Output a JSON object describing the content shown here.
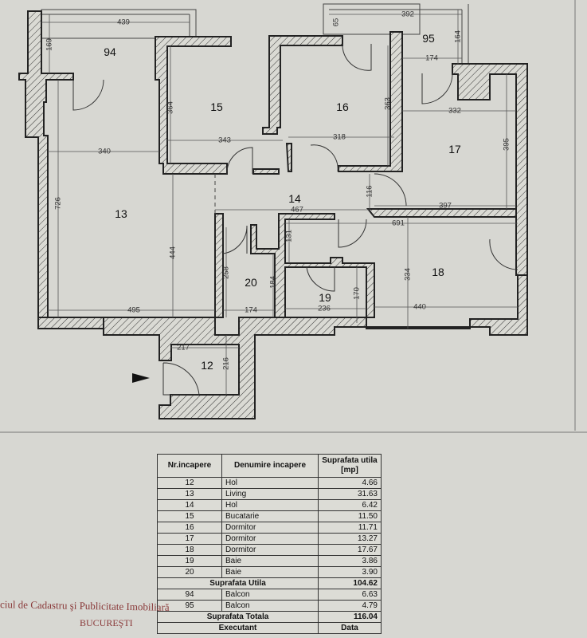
{
  "rooms": {
    "r94": "94",
    "r95": "95",
    "r15": "15",
    "r16": "16",
    "r17": "17",
    "r14": "14",
    "r13": "13",
    "r20": "20",
    "r19": "19",
    "r18": "18",
    "r12": "12"
  },
  "dimensions": {
    "d439": "439",
    "d169": "169",
    "d364": "364",
    "d340": "340",
    "d343": "343",
    "d726": "726",
    "d444": "444",
    "d495": "495",
    "d467": "467",
    "d318": "318",
    "d363": "363",
    "d392": "392",
    "d65": "65",
    "d164": "164",
    "d174a": "174",
    "d332": "332",
    "d395": "395",
    "d116": "116",
    "d397": "397",
    "d691": "691",
    "d131": "131",
    "d258": "258",
    "d184": "184",
    "d174b": "174",
    "d236": "236",
    "d170": "170",
    "d334": "334",
    "d440": "440",
    "d217": "217",
    "d216": "216"
  },
  "table": {
    "headers": {
      "nr": "Nr.incapere",
      "name": "Denumire incapere",
      "area": "Suprafata utila [mp]"
    },
    "rows": [
      {
        "nr": "12",
        "name": "Hol",
        "area": "4.66"
      },
      {
        "nr": "13",
        "name": "Living",
        "area": "31.63"
      },
      {
        "nr": "14",
        "name": "Hol",
        "area": "6.42"
      },
      {
        "nr": "15",
        "name": "Bucatarie",
        "area": "11.50"
      },
      {
        "nr": "16",
        "name": "Dormitor",
        "area": "11.71"
      },
      {
        "nr": "17",
        "name": "Dormitor",
        "area": "13.27"
      },
      {
        "nr": "18",
        "name": "Dormitor",
        "area": "17.67"
      },
      {
        "nr": "19",
        "name": "Baie",
        "area": "3.86"
      },
      {
        "nr": "20",
        "name": "Baie",
        "area": "3.90"
      }
    ],
    "subtotal": {
      "label": "Suprafata Utila",
      "value": "104.62"
    },
    "balconies": [
      {
        "nr": "94",
        "name": "Balcon",
        "area": "6.63"
      },
      {
        "nr": "95",
        "name": "Balcon",
        "area": "4.79"
      }
    ],
    "total": {
      "label": "Suprafata Totala",
      "value": "116.04"
    },
    "footer": {
      "executant": "Executant",
      "data": "Data"
    }
  },
  "stamp": {
    "line1": "ciul de Cadastru şi Publicitate Imobiliară",
    "line2": "BUCUREŞTI"
  }
}
